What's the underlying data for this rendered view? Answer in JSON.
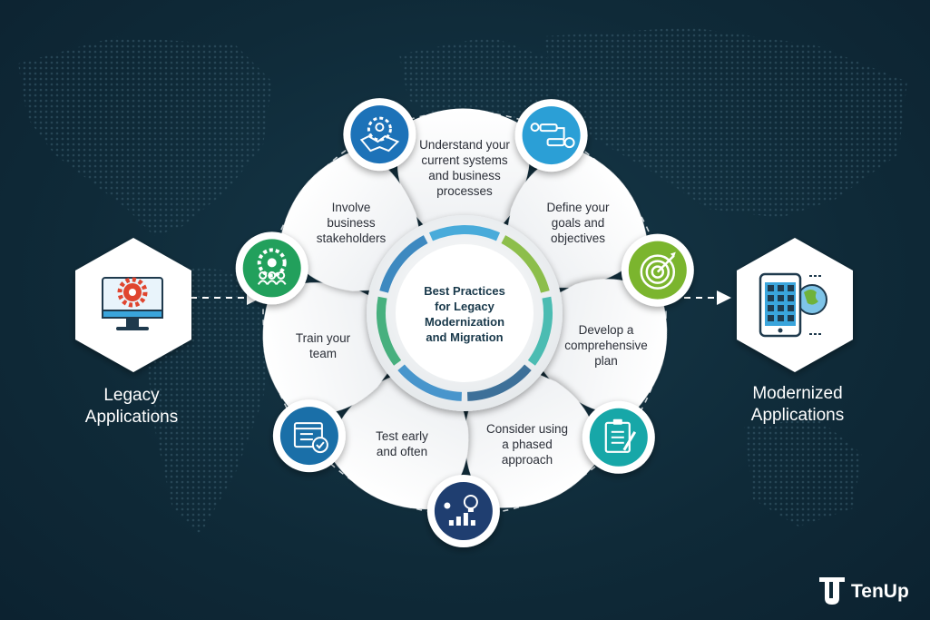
{
  "center": {
    "title": "Best Practices\nfor Legacy\nModernization\nand Migration"
  },
  "left": {
    "label": "Legacy\nApplications",
    "icon": "monitor-gear-icon"
  },
  "right": {
    "label": "Modernized\nApplications",
    "icon": "tablet-globe-icon"
  },
  "practices": [
    {
      "label": "Understand your\ncurrent systems\nand business\nprocesses",
      "icon": "workflow-icon",
      "color": "#2b9fd6"
    },
    {
      "label": "Define your\ngoals and\nobjectives",
      "icon": "target-icon",
      "color": "#7bb52e"
    },
    {
      "label": "Develop a\ncomprehensive\nplan",
      "icon": "clipboard-icon",
      "color": "#17a7a8"
    },
    {
      "label": "Consider using\na phased\napproach",
      "icon": "growth-idea-icon",
      "color": "#1f3e70"
    },
    {
      "label": "Test early\nand often",
      "icon": "checklist-window-icon",
      "color": "#1a6fa8"
    },
    {
      "label": "Train your\nteam",
      "icon": "team-gear-icon",
      "color": "#22a05c"
    },
    {
      "label": "Involve\nbusiness\nstakeholders",
      "icon": "handshake-icon",
      "color": "#1d72b8"
    }
  ],
  "brand": {
    "name": "TenUp"
  }
}
